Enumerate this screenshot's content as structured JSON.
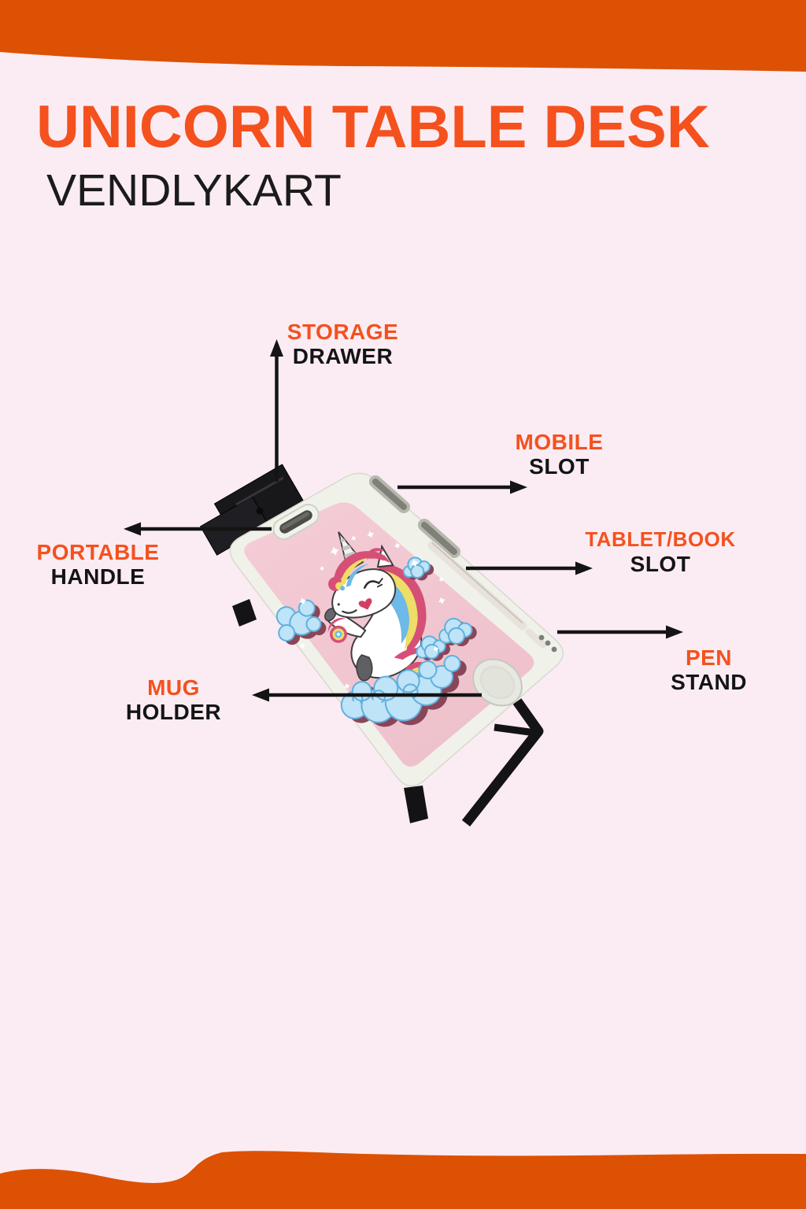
{
  "header": {
    "title": "UNICORN TABLE DESK",
    "brand": "VENDLYKART"
  },
  "features": [
    {
      "id": "storage-drawer",
      "line1": "STORAGE",
      "line2": "DRAWER"
    },
    {
      "id": "mobile-slot",
      "line1": "MOBILE",
      "line2": "SLOT"
    },
    {
      "id": "portable-handle",
      "line1": "PORTABLE",
      "line2": "HANDLE"
    },
    {
      "id": "tablet-book-slot",
      "line1": "TABLET/BOOK",
      "line2": "SLOT"
    },
    {
      "id": "pen-stand",
      "line1": "PEN",
      "line2": "STAND"
    },
    {
      "id": "mug-holder",
      "line1": "MUG",
      "line2": "HOLDER"
    }
  ],
  "product": {
    "description": "foldable unicorn lap desk, pink top with unicorn print, white rim, black folding legs and black storage drawer"
  },
  "colors": {
    "accent": "#f4511e",
    "banner": "#dd5104",
    "ink": "#141414",
    "background": "#fbecf3",
    "desk_pink": "#f1c7d0",
    "desk_rim": "#f0f2ea",
    "cloud_blue": "#bfe3f7",
    "cloud_outline": "#5fb0de",
    "cloud_shadow": "#8a4558",
    "mane_pink": "#d64f76",
    "mane_yellow": "#eedd66",
    "mane_blue": "#6db9e8"
  }
}
